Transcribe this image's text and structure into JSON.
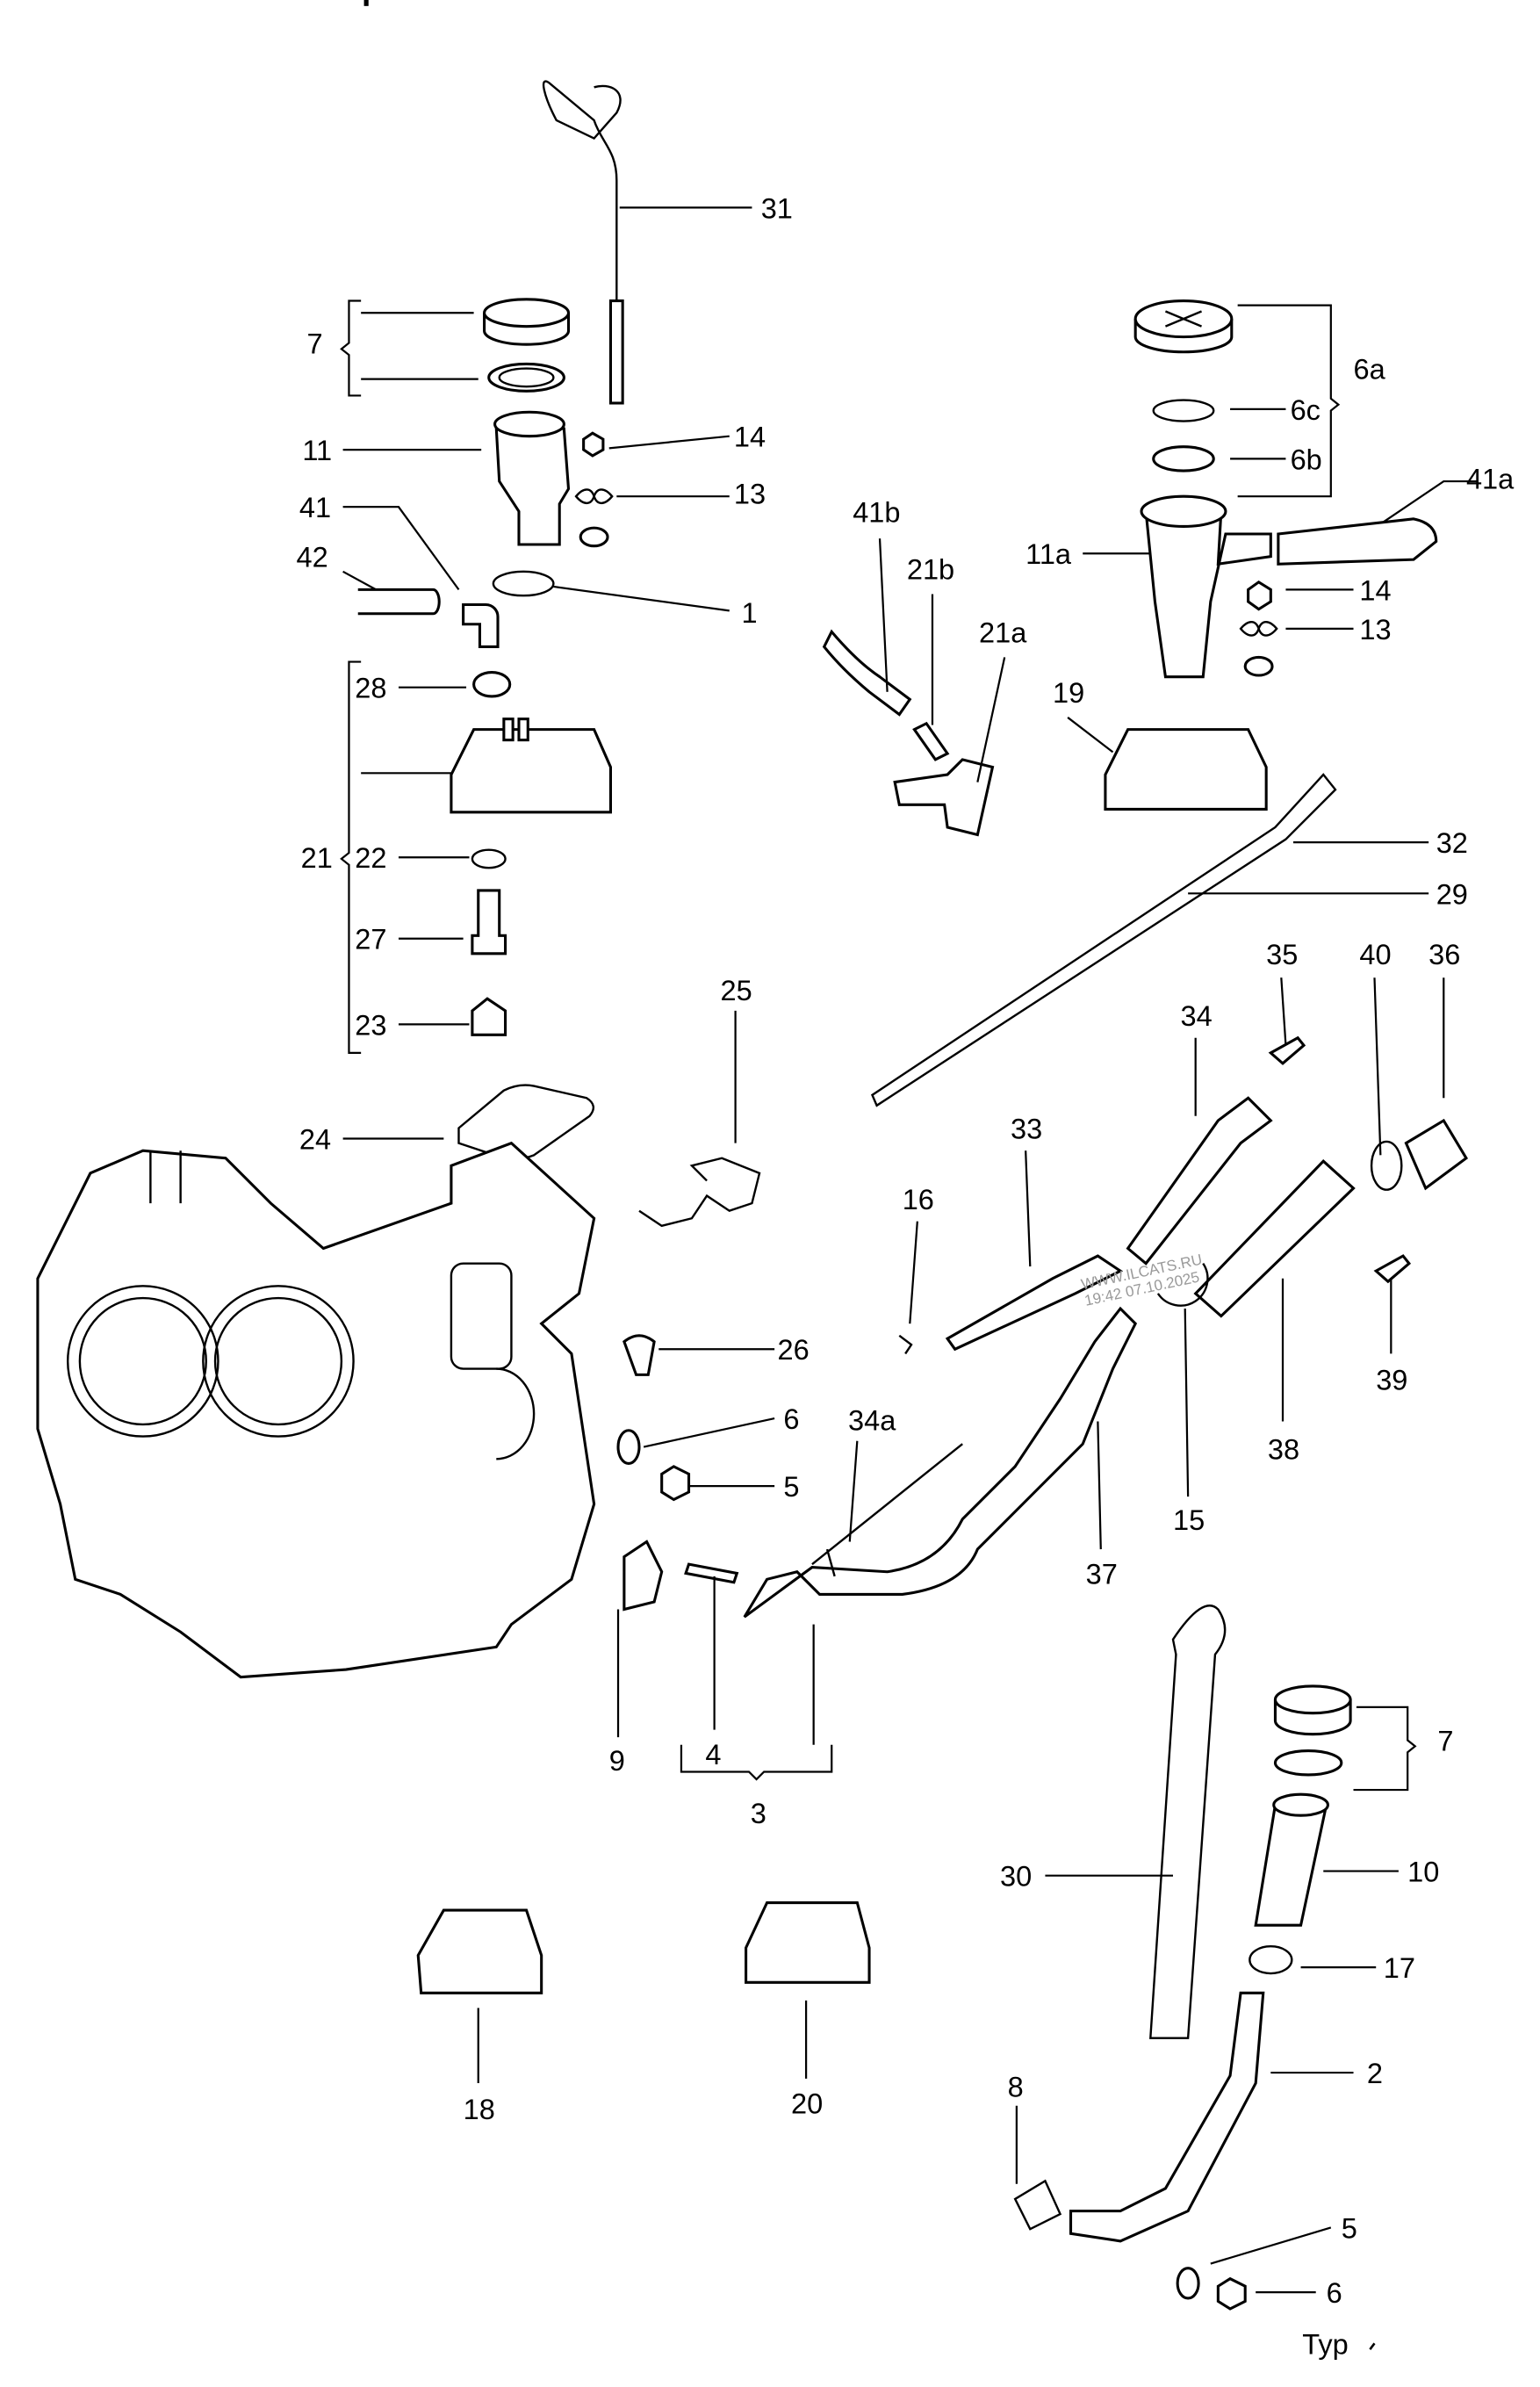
{
  "diagram": {
    "callouts": {
      "p31": "31",
      "p7a": "7",
      "p11": "11",
      "p14a": "14",
      "p13a": "13",
      "p41": "41",
      "p42": "42",
      "p1": "1",
      "p21": "21",
      "p28": "28",
      "p22": "22",
      "p27": "27",
      "p23": "23",
      "p24": "24",
      "p25": "25",
      "p26": "26",
      "p6a_": "6",
      "p5a": "5",
      "p9": "9",
      "p4": "4",
      "p3": "3",
      "p34a": "34a",
      "p16": "16",
      "p33": "33",
      "p34": "34",
      "p35": "35",
      "p40": "40",
      "p36": "36",
      "p39": "39",
      "p38": "38",
      "p15": "15",
      "p37": "37",
      "p32": "32",
      "p29": "29",
      "p41b": "41b",
      "p21b": "21b",
      "p21a": "21a",
      "p11a": "11a",
      "p19": "19",
      "p6a": "6a",
      "p6c": "6c",
      "p6b": "6b",
      "p41a": "41a",
      "p14b": "14",
      "p13b": "13",
      "p7b": "7",
      "p10": "10",
      "p17": "17",
      "p2": "2",
      "p30": "30",
      "p8": "8",
      "p5b": "5",
      "p6b_": "6",
      "p18": "18",
      "p20": "20"
    },
    "footer_text": "Typ",
    "watermark": {
      "line1": "WWW.ILCATS.RU",
      "line2": "19:42 07.10.2025"
    }
  }
}
